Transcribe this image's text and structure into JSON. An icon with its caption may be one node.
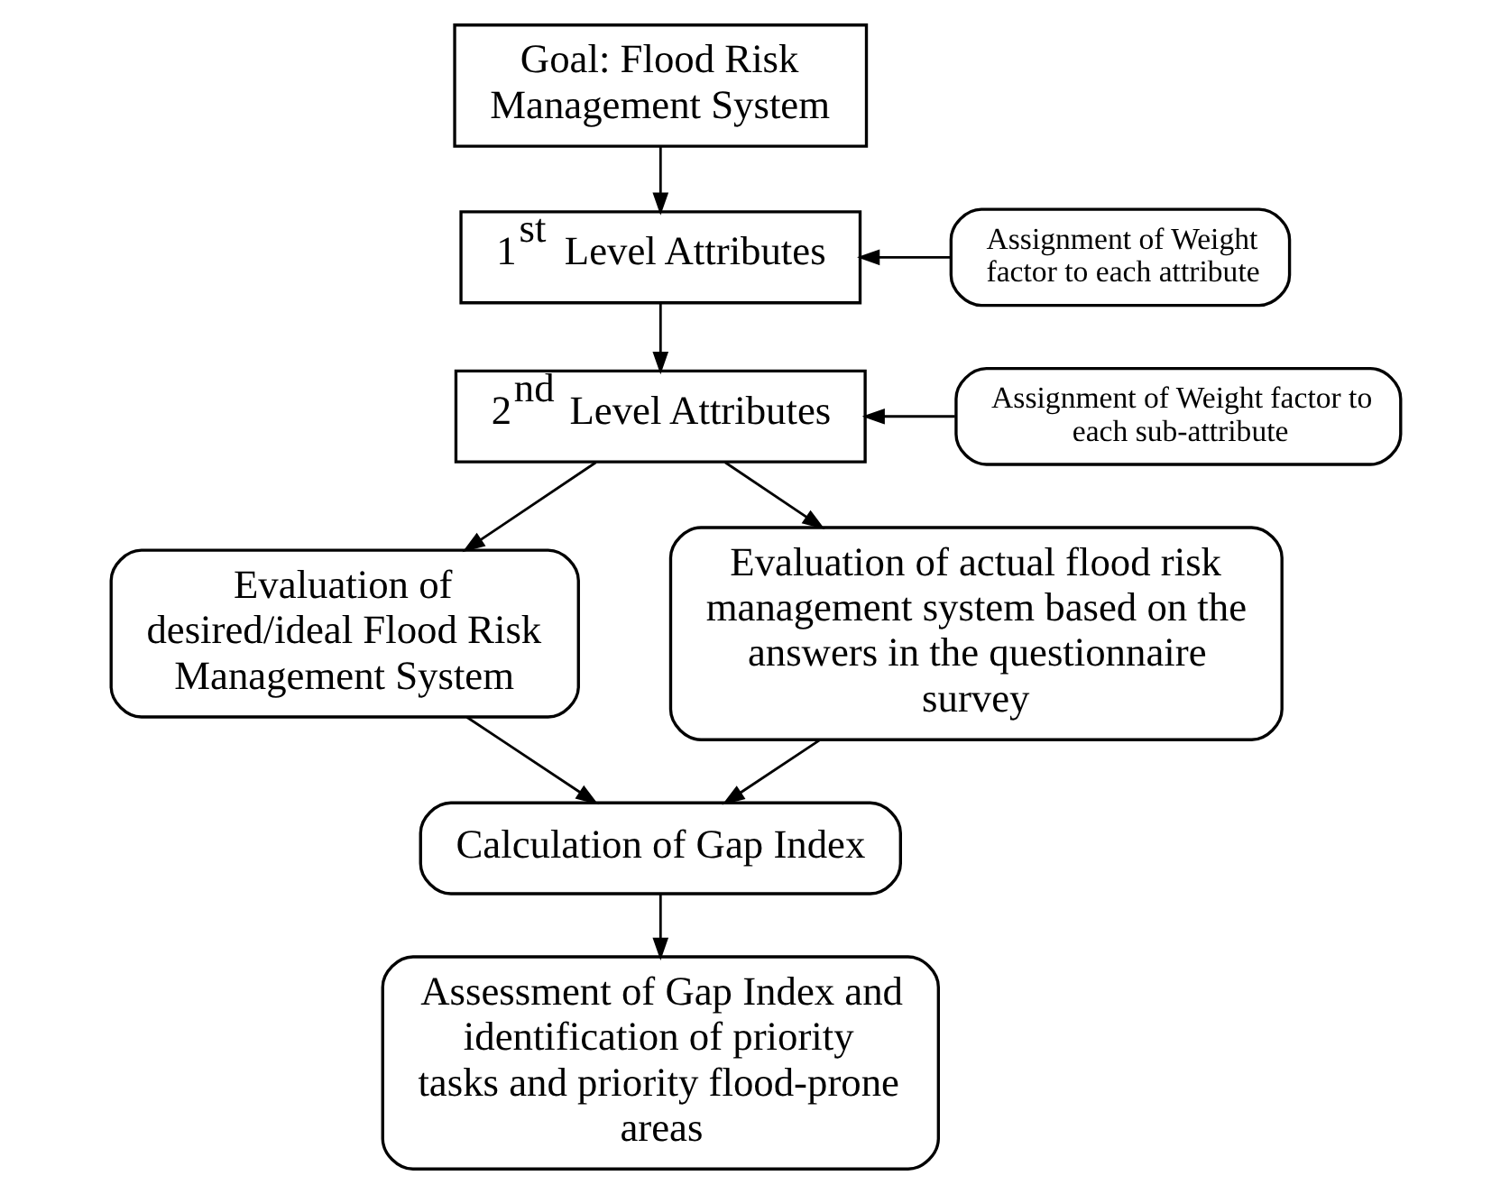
{
  "diagram": {
    "nodes": [
      {
        "text": [
          "Goal: Flood Risk Management System"
        ]
      },
      {
        "text": [
          "1$^{st}$ Level Attributes"
        ]
      },
      {
        "text": [
          "Assignment of Weight factor to each attribute"
        ]
      },
      {
        "text": [
          "2$^{nd}$ Level Attributes"
        ]
      },
      {
        "text": [
          "Assignment of Weight factor to each sub-attribute"
        ]
      },
      {
        "text": [
          "Evaluation of desired/ideal Flood Risk Management System"
        ]
      },
      {
        "text": [
          "Evaluation of actual flood risk management system based on the answers in the questionnaire survey"
        ]
      },
      {
        "text": [
          "Calculation of Gap Index"
        ]
      },
      {
        "text": [
          "Assessment of Gap Index and identification of priority tasks and priority flood-prone areas"
        ]
      }
    ],
    "edges": [
      {
        "from": 0,
        "to": 1,
        "arrow": "to"
      },
      {
        "from": 2,
        "to": 1,
        "arrow": "to"
      },
      {
        "from": 1,
        "to": 3,
        "arrow": "to"
      },
      {
        "from": 4,
        "to": 3,
        "arrow": "to"
      },
      {
        "from": 3,
        "to": 5,
        "arrow": "to"
      },
      {
        "from": 3,
        "to": 6,
        "arrow": "to"
      },
      {
        "from": 5,
        "to": 7,
        "arrow": "to"
      },
      {
        "from": 6,
        "to": 7,
        "arrow": "to"
      },
      {
        "from": 7,
        "to": 8,
        "arrow": "to"
      }
    ]
  }
}
